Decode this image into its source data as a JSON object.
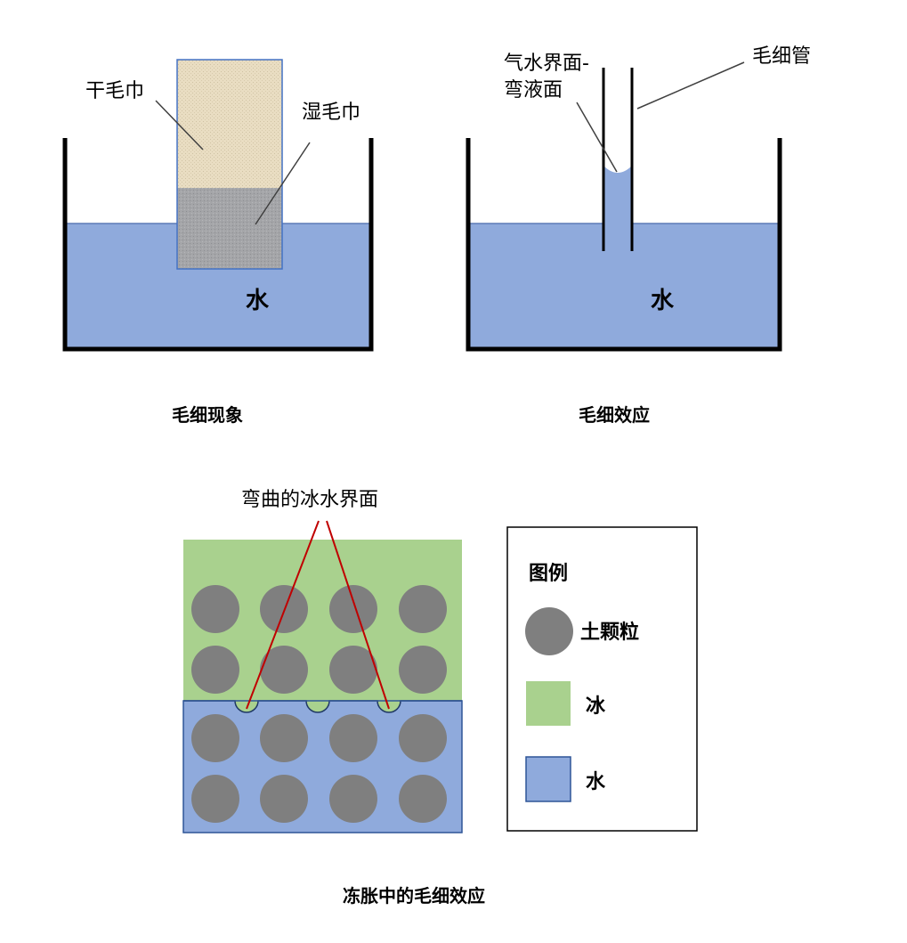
{
  "colors": {
    "water": "#8faadc",
    "ice": "#a9d18e",
    "soil": "#7f7f7f",
    "dry_towel": "#e8dcc0",
    "wet_towel": "#a6a6a6",
    "red_line": "#c00000",
    "wall": "#000000"
  },
  "panel_left": {
    "dry_towel_label": "干毛巾",
    "wet_towel_label": "湿毛巾",
    "water_label": "水",
    "caption": "毛细现象"
  },
  "panel_right": {
    "meniscus_label_line1": "气水界面-",
    "meniscus_label_line2": "弯液面",
    "tube_label": "毛细管",
    "water_label": "水",
    "caption": "毛细效应"
  },
  "panel_bottom": {
    "interface_label": "弯曲的冰水界面",
    "caption": "冻胀中的毛细效应",
    "legend": {
      "title": "图例",
      "soil": "土颗粒",
      "ice": "冰",
      "water": "水"
    }
  }
}
